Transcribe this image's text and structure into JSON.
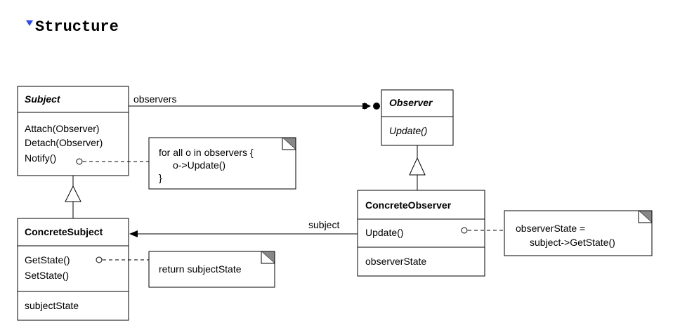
{
  "page": {
    "heading": "Structure"
  },
  "diagram": {
    "subject": {
      "name": "Subject",
      "operations": [
        "Attach(Observer)",
        "Detach(Observer)",
        "Notify()"
      ]
    },
    "observer": {
      "name": "Observer",
      "operations": [
        "Update()"
      ]
    },
    "concrete_subject": {
      "name": "ConcreteSubject",
      "operations": [
        "GetState()",
        "SetState()"
      ],
      "attributes": [
        "subjectState"
      ]
    },
    "concrete_observer": {
      "name": "ConcreteObserver",
      "operations": [
        "Update()"
      ],
      "attributes": [
        "observerState"
      ]
    },
    "notes": {
      "notify": [
        "for all o in observers {",
        "o->Update()",
        "}"
      ],
      "get_state": [
        "return subjectState"
      ],
      "update": [
        "observerState =",
        "subject->GetState()"
      ]
    },
    "associations": {
      "observers": "observers",
      "subject": "subject"
    }
  }
}
